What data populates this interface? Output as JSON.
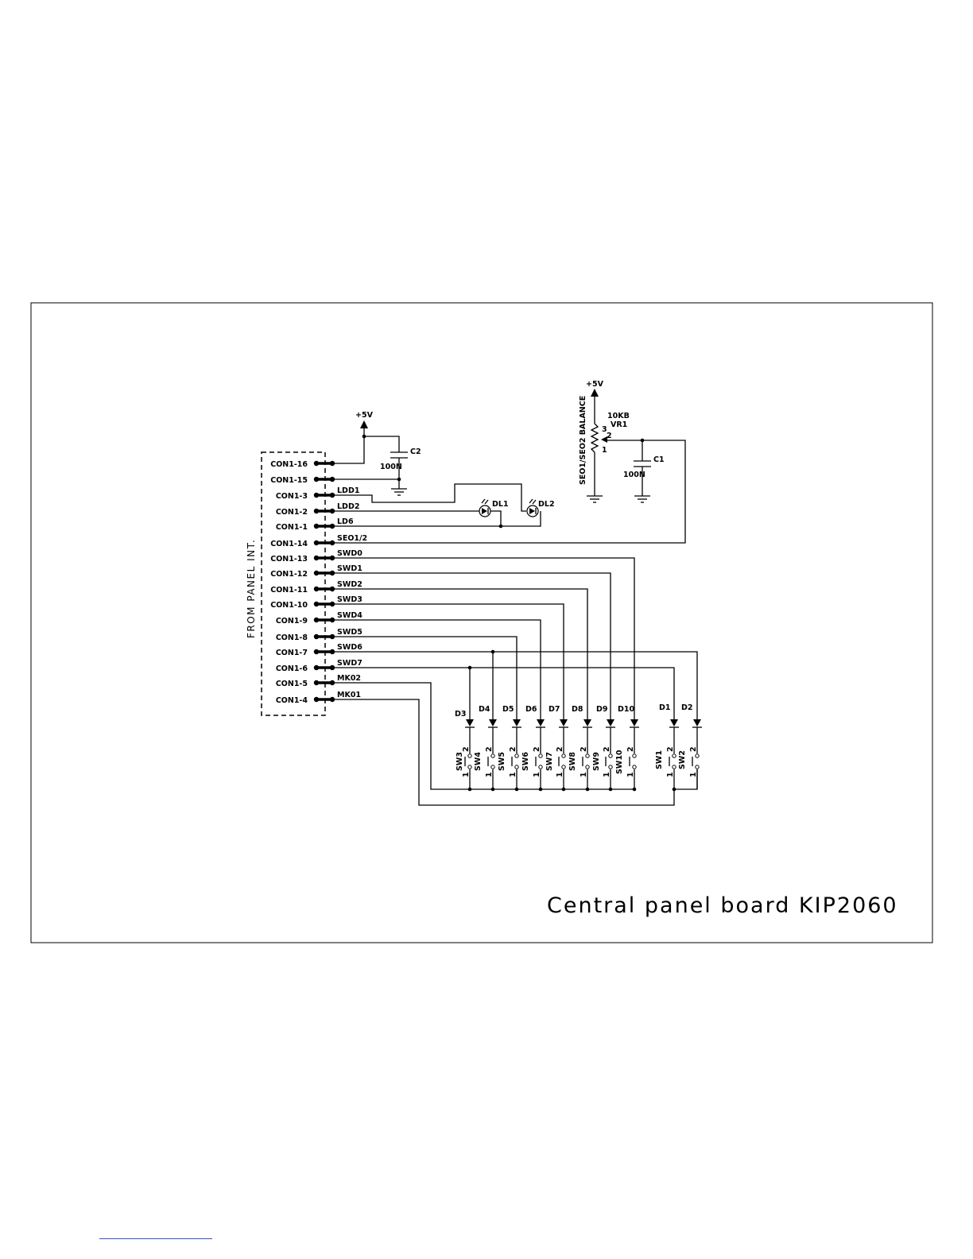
{
  "title": "Central panel board KIP2060",
  "connector": {
    "label": "FROM PANEL INT.",
    "pins": [
      {
        "pin": "CON1-16",
        "net": ""
      },
      {
        "pin": "CON1-15",
        "net": ""
      },
      {
        "pin": "CON1-3",
        "net": "LDD1"
      },
      {
        "pin": "CON1-2",
        "net": "LDD2"
      },
      {
        "pin": "CON1-1",
        "net": "LD6"
      },
      {
        "pin": "CON1-14",
        "net": "SEO1/2"
      },
      {
        "pin": "CON1-13",
        "net": "SWD0"
      },
      {
        "pin": "CON1-12",
        "net": "SWD1"
      },
      {
        "pin": "CON1-11",
        "net": "SWD2"
      },
      {
        "pin": "CON1-10",
        "net": "SWD3"
      },
      {
        "pin": "CON1-9",
        "net": "SWD4"
      },
      {
        "pin": "CON1-8",
        "net": "SWD5"
      },
      {
        "pin": "CON1-7",
        "net": "SWD6"
      },
      {
        "pin": "CON1-6",
        "net": "SWD7"
      },
      {
        "pin": "CON1-5",
        "net": "MK02"
      },
      {
        "pin": "CON1-4",
        "net": "MK01"
      }
    ]
  },
  "power": {
    "left": "+5V",
    "right": "+5V"
  },
  "capacitors": [
    {
      "ref": "C2",
      "value": "100N"
    },
    {
      "ref": "C1",
      "value": "100N"
    }
  ],
  "leds": [
    "DL1",
    "DL2"
  ],
  "pot": {
    "value": "10KB",
    "ref": "VR1",
    "function": "SEO1/SEO2 BALANCE",
    "pins": [
      "3",
      "2",
      "1"
    ]
  },
  "diodes": [
    "D3",
    "D4",
    "D5",
    "D6",
    "D7",
    "D8",
    "D9",
    "D10",
    "D1",
    "D2"
  ],
  "switches": [
    "SW3",
    "SW4",
    "SW5",
    "SW6",
    "SW7",
    "SW8",
    "SW9",
    "SW10",
    "SW1",
    "SW2"
  ],
  "switch_pins": [
    "2",
    "1"
  ]
}
